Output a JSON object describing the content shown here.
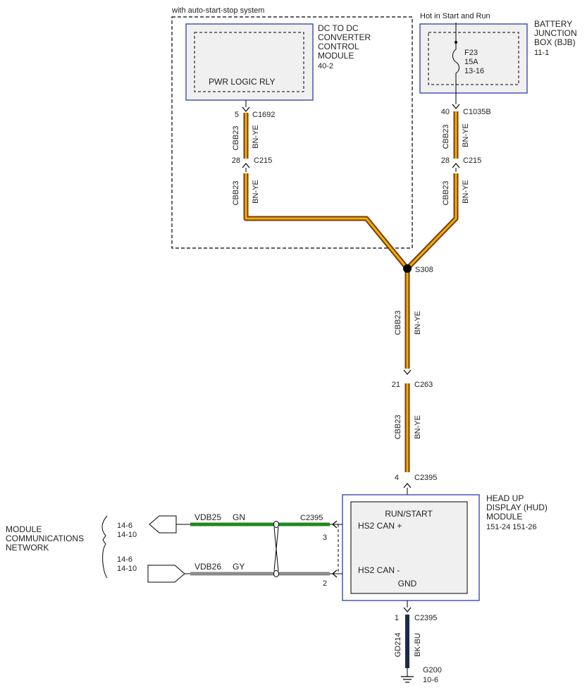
{
  "colors": {
    "wire_bn_ye_outer": "#7a3b12",
    "wire_bn_ye_inner": "#f0b000",
    "wire_gn": "#1f8a1f",
    "wire_gy": "#8a8a8a",
    "wire_bk_bu": "#1c2a4a",
    "module_border": "#3a4bb0",
    "module_fill": "#f0f0f0"
  },
  "diagram": {
    "top_left_note": "with auto-start-stop system",
    "top_right_note": "Hot in Start and Run",
    "dcdc": {
      "title_lines": [
        "DC TO DC",
        "CONVERTER",
        "CONTROL",
        "MODULE"
      ],
      "ref": "40-2",
      "inner_label": "PWR LOGIC RLY"
    },
    "bjb": {
      "title_lines": [
        "BATTERY",
        "JUNCTION",
        "BOX (BJB)"
      ],
      "ref": "11-1",
      "fuse_name": "F23",
      "fuse_rating": "15A",
      "fuse_ref": "13-16"
    },
    "left_branch": {
      "pin_top": "5",
      "conn_top": "C1692",
      "pin_mid": "28",
      "conn_mid": "C215",
      "circuit": "CBB23",
      "color": "BN-YE"
    },
    "right_branch": {
      "pin_top": "40",
      "conn_top": "C1035B",
      "pin_mid": "28",
      "conn_mid": "C215",
      "circuit": "CBB23",
      "color": "BN-YE"
    },
    "splice": "S308",
    "trunk": {
      "circuit": "CBB23",
      "color": "BN-YE",
      "pin_c263": "21",
      "conn_c263": "C263",
      "pin_c2395": "4",
      "conn_c2395": "C2395"
    },
    "hud": {
      "title_lines": [
        "HEAD UP",
        "DISPLAY (HUD)",
        "MODULE"
      ],
      "ref": "151-24  151-26",
      "run_start": "RUN/START",
      "hs2_can_plus": "HS2 CAN +",
      "hs2_can_minus": "HS2 CAN -",
      "gnd": "GND"
    },
    "can": {
      "network_lines": [
        "MODULE",
        "COMMUNICATIONS",
        "NETWORK"
      ],
      "plus_refs": [
        "14-6",
        "14-10"
      ],
      "minus_refs": [
        "14-6",
        "14-10"
      ],
      "plus_circuit": "VDB25",
      "plus_color": "GN",
      "minus_circuit": "VDB26",
      "minus_color": "GY",
      "conn": "C2395",
      "plus_pin": "3",
      "minus_pin": "2"
    },
    "ground": {
      "pin": "1",
      "conn": "C2395",
      "circuit": "GD214",
      "color": "BK-BU",
      "ground_id": "G200",
      "ground_ref": "10-6"
    }
  }
}
